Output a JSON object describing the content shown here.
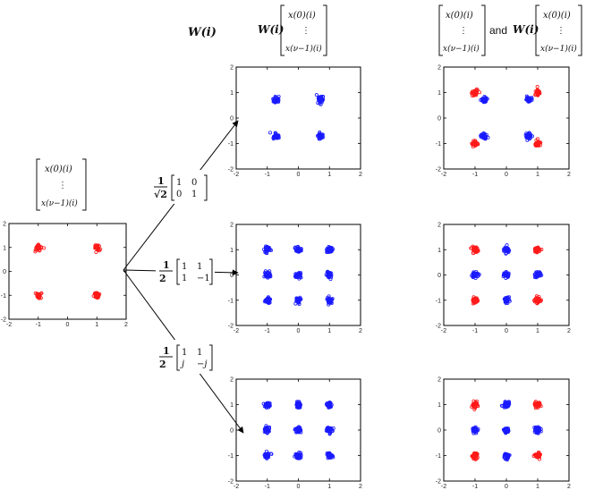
{
  "colors": {
    "red": "#ff1a1a",
    "blue": "#1a1aff",
    "axis": "#000000"
  },
  "header": {
    "w_label": "W(i)",
    "w_times_vec_label": "W(i)",
    "and_label": "and",
    "w_in_and_label": "W(i)"
  },
  "vector": {
    "top": "x(0)(i)",
    "dots": "⋮",
    "bottom": "x(ν−1)(i)"
  },
  "matrices": [
    {
      "scalar_num": "1",
      "scalar_den": "√2",
      "rows": [
        [
          "1",
          "0"
        ],
        [
          "0",
          "1"
        ]
      ]
    },
    {
      "scalar_num": "1",
      "scalar_den": "2",
      "rows": [
        [
          "1",
          "1"
        ],
        [
          "1",
          "−1"
        ]
      ]
    },
    {
      "scalar_num": "1",
      "scalar_den": "2",
      "rows": [
        [
          "1",
          "1"
        ],
        [
          "j",
          "−j"
        ]
      ]
    }
  ],
  "axis_ticks": [
    "-2",
    "-1",
    "0",
    "1",
    "2"
  ],
  "chart_data": [
    {
      "type": "scatter",
      "id": "input",
      "xlim": [
        -2,
        2
      ],
      "ylim": [
        -2,
        2
      ],
      "series": [
        {
          "color": "red",
          "points": [
            [
              -1,
              1
            ],
            [
              1,
              1
            ],
            [
              -1,
              -1
            ],
            [
              1,
              -1
            ]
          ]
        }
      ]
    },
    {
      "type": "scatter",
      "id": "out-row1",
      "xlim": [
        -2,
        2
      ],
      "ylim": [
        -2,
        2
      ],
      "series": [
        {
          "color": "blue",
          "points": [
            [
              -0.71,
              0.71
            ],
            [
              0.71,
              0.71
            ],
            [
              -0.71,
              -0.71
            ],
            [
              0.71,
              -0.71
            ]
          ]
        }
      ]
    },
    {
      "type": "scatter",
      "id": "both-row1",
      "xlim": [
        -2,
        2
      ],
      "ylim": [
        -2,
        2
      ],
      "series": [
        {
          "color": "red",
          "points": [
            [
              -1,
              1
            ],
            [
              1,
              1
            ],
            [
              -1,
              -1
            ],
            [
              1,
              -1
            ]
          ]
        },
        {
          "color": "blue",
          "points": [
            [
              -0.71,
              0.71
            ],
            [
              0.71,
              0.71
            ],
            [
              -0.71,
              -0.71
            ],
            [
              0.71,
              -0.71
            ]
          ]
        }
      ]
    },
    {
      "type": "scatter",
      "id": "out-row2",
      "xlim": [
        -2,
        2
      ],
      "ylim": [
        -2,
        2
      ],
      "series": [
        {
          "color": "blue",
          "points": [
            [
              -1,
              1
            ],
            [
              0,
              1
            ],
            [
              1,
              1
            ],
            [
              -1,
              0
            ],
            [
              0,
              0
            ],
            [
              1,
              0
            ],
            [
              -1,
              -1
            ],
            [
              0,
              -1
            ],
            [
              1,
              -1
            ]
          ]
        }
      ]
    },
    {
      "type": "scatter",
      "id": "both-row2",
      "xlim": [
        -2,
        2
      ],
      "ylim": [
        -2,
        2
      ],
      "series": [
        {
          "color": "red",
          "points": [
            [
              -1,
              1
            ],
            [
              1,
              1
            ],
            [
              -1,
              -1
            ],
            [
              1,
              -1
            ]
          ]
        },
        {
          "color": "blue",
          "points": [
            [
              0,
              1
            ],
            [
              -1,
              0
            ],
            [
              0,
              0
            ],
            [
              1,
              0
            ],
            [
              0,
              -1
            ]
          ]
        }
      ]
    },
    {
      "type": "scatter",
      "id": "out-row3",
      "xlim": [
        -2,
        2
      ],
      "ylim": [
        -2,
        2
      ],
      "series": [
        {
          "color": "blue",
          "points": [
            [
              -1,
              1
            ],
            [
              0,
              1
            ],
            [
              1,
              1
            ],
            [
              -1,
              0
            ],
            [
              0,
              0
            ],
            [
              1,
              0
            ],
            [
              -1,
              -1
            ],
            [
              0,
              -1
            ],
            [
              1,
              -1
            ]
          ]
        }
      ]
    },
    {
      "type": "scatter",
      "id": "both-row3",
      "xlim": [
        -2,
        2
      ],
      "ylim": [
        -2,
        2
      ],
      "series": [
        {
          "color": "red",
          "points": [
            [
              -1,
              1
            ],
            [
              1,
              1
            ],
            [
              -1,
              -1
            ],
            [
              1,
              -1
            ]
          ]
        },
        {
          "color": "blue",
          "points": [
            [
              0,
              1
            ],
            [
              -1,
              0
            ],
            [
              0,
              0
            ],
            [
              1,
              0
            ],
            [
              0,
              -1
            ]
          ]
        }
      ]
    }
  ]
}
